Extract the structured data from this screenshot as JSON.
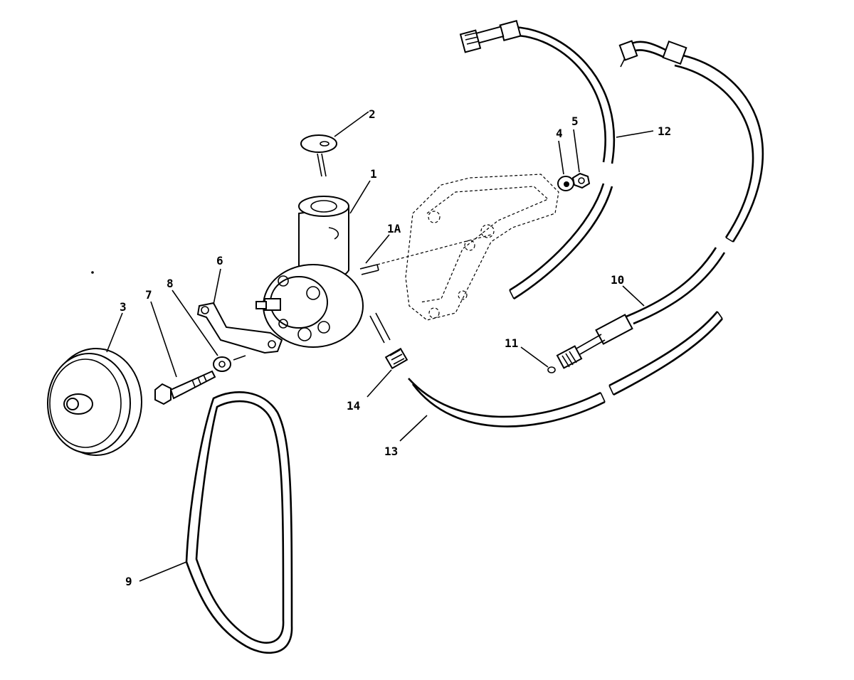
{
  "diagram": {
    "callouts": [
      {
        "id": "1",
        "text": "1"
      },
      {
        "id": "1A",
        "text": "1A"
      },
      {
        "id": "2",
        "text": "2"
      },
      {
        "id": "3",
        "text": "3"
      },
      {
        "id": "4",
        "text": "4"
      },
      {
        "id": "5",
        "text": "5"
      },
      {
        "id": "6",
        "text": "6"
      },
      {
        "id": "7",
        "text": "7"
      },
      {
        "id": "8",
        "text": "8"
      },
      {
        "id": "9",
        "text": "9"
      },
      {
        "id": "10",
        "text": "10"
      },
      {
        "id": "11",
        "text": "11"
      },
      {
        "id": "12",
        "text": "12"
      },
      {
        "id": "13",
        "text": "13"
      },
      {
        "id": "14",
        "text": "14"
      }
    ],
    "line_color": "#000000",
    "background": "#ffffff"
  }
}
